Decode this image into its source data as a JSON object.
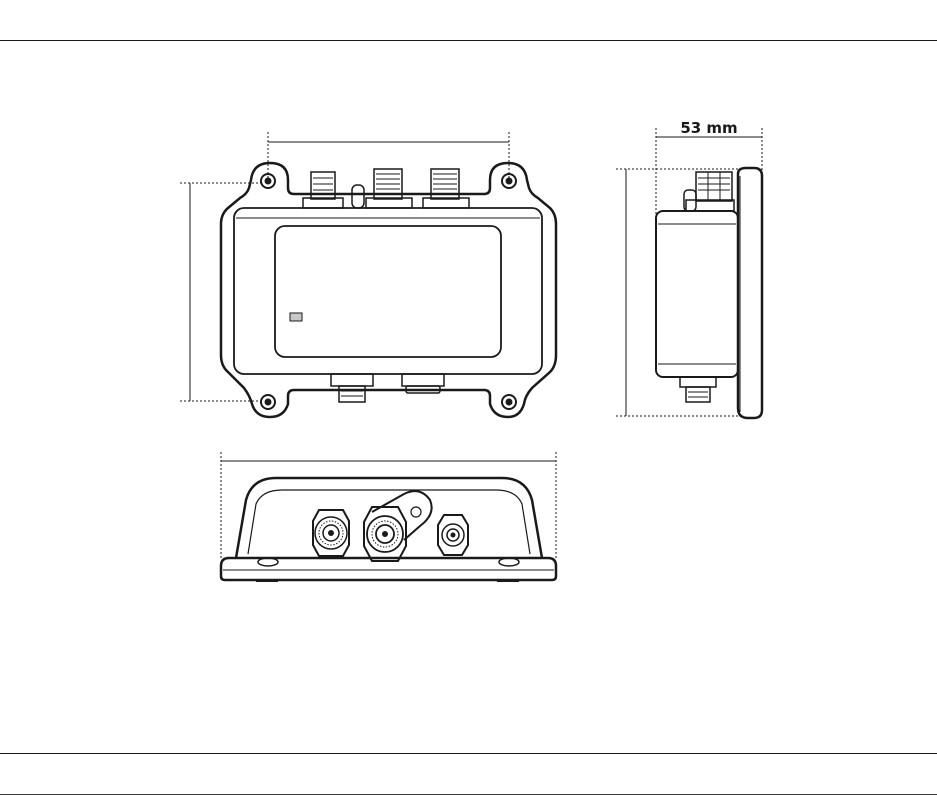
{
  "dimensions": {
    "depth_label": "53 mm"
  },
  "views": [
    "top-view",
    "side-view",
    "front-view"
  ]
}
